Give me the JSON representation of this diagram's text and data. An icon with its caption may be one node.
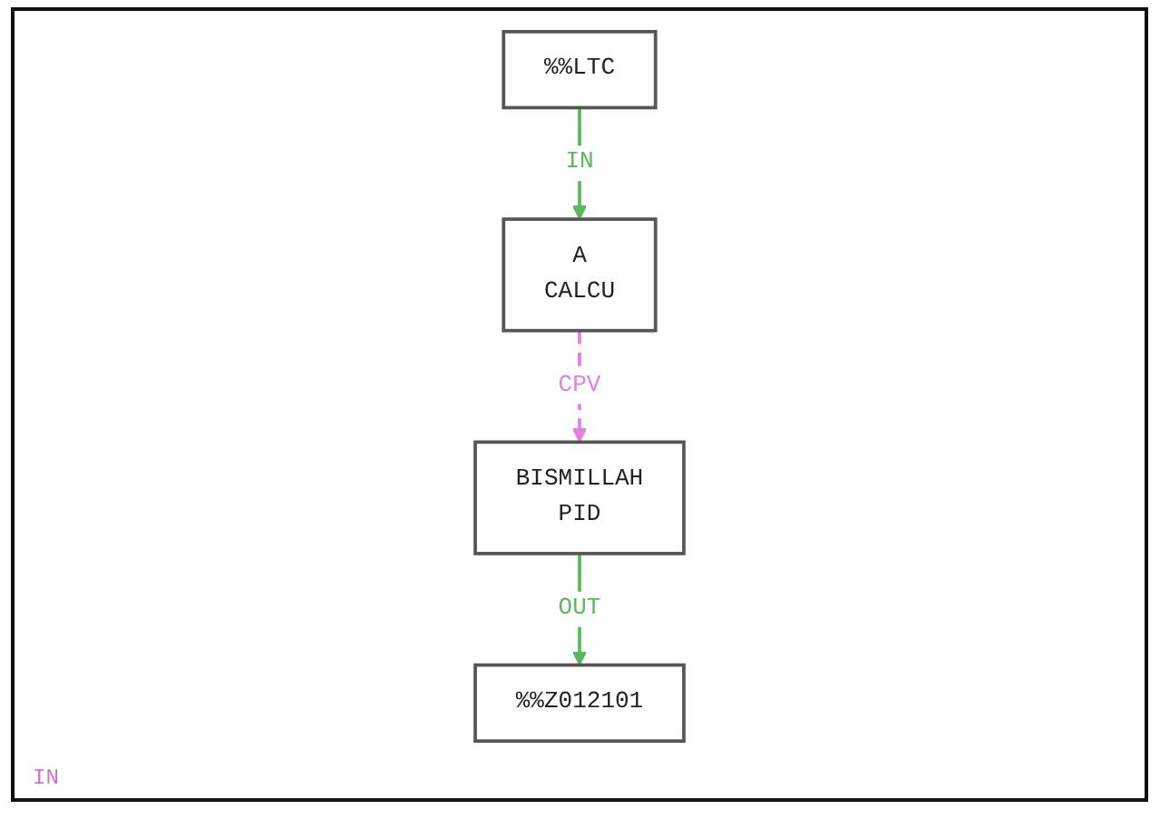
{
  "diagram": {
    "nodes": [
      {
        "text": [
          "%%LTC"
        ]
      },
      {
        "text": [
          "A",
          "CALCU"
        ]
      },
      {
        "text": [
          "BISMILLAH",
          "PID"
        ]
      },
      {
        "text": [
          "%%Z012101"
        ]
      }
    ],
    "edges": [
      {
        "from": 0,
        "to": 1,
        "arrow": "to",
        "label": "IN"
      },
      {
        "from": 1,
        "to": 2,
        "arrow": "to",
        "label": "CPV",
        "style": "dashed",
        "color": "#e080e0"
      },
      {
        "from": 2,
        "to": 3,
        "arrow": "to",
        "label": "OUT"
      }
    ],
    "labels": [
      "IN"
    ]
  }
}
